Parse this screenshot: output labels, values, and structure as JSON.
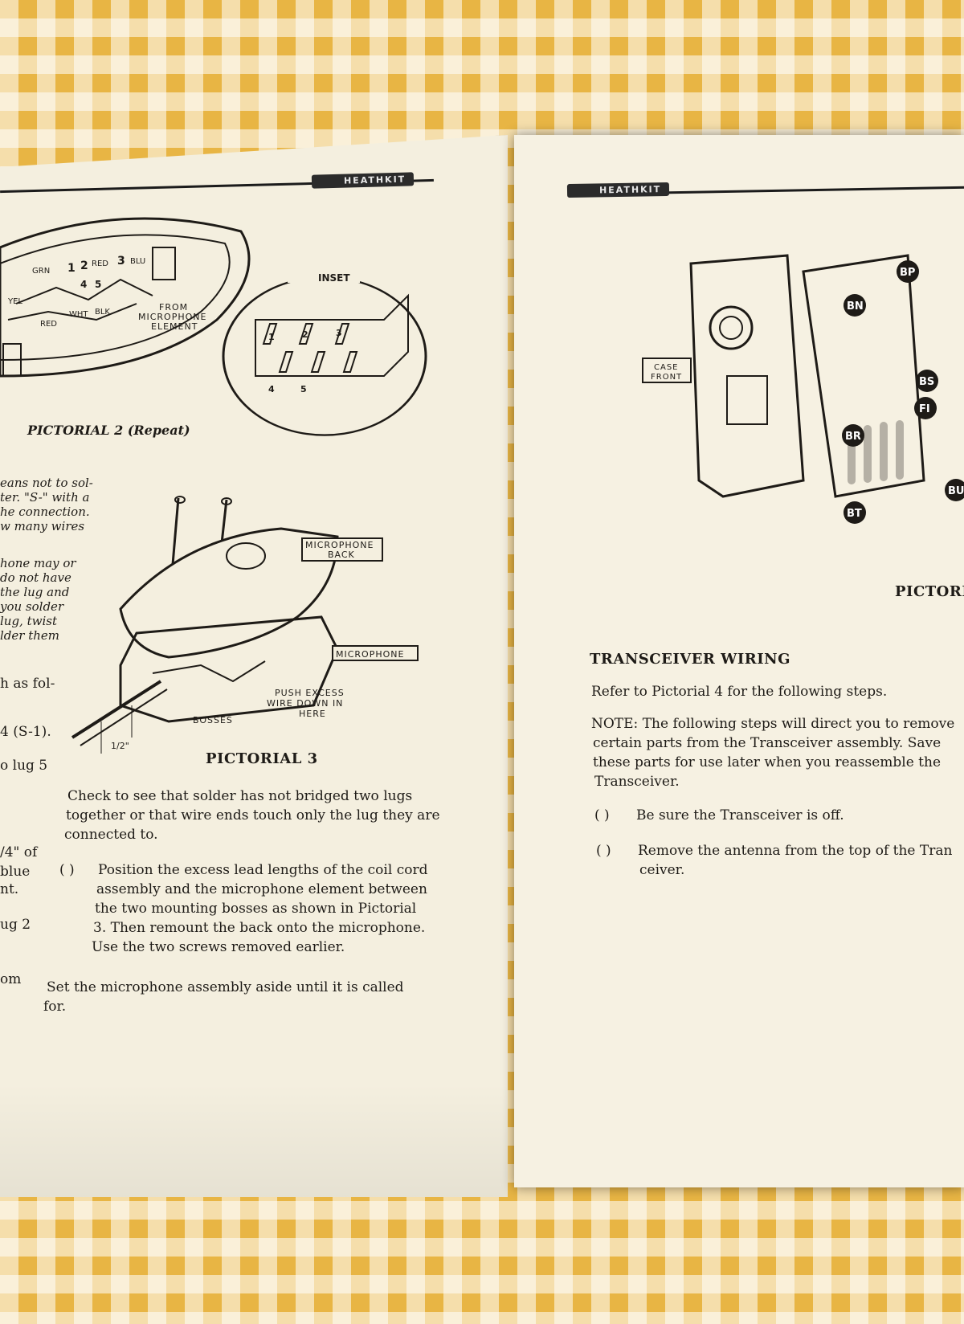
{
  "brand": "HEATHKIT",
  "left_page": {
    "pictorial2": {
      "caption": "PICTORIAL 2 (Repeat)",
      "inset_label": "INSET",
      "lug_numbers": [
        "1",
        "2",
        "3",
        "4",
        "5"
      ],
      "wire_labels": [
        "GRN",
        "1",
        "2",
        "RED",
        "3",
        "BLU",
        "YEL",
        "4",
        "5",
        "RED",
        "WHT",
        "BLK"
      ],
      "from_label": [
        "FROM",
        "MICROPHONE",
        "ELEMENT"
      ]
    },
    "pictorial3": {
      "caption": "PICTORIAL 3",
      "microphone_back": [
        "MICROPHONE",
        "BACK"
      ],
      "microphone": "MICROPHONE",
      "push_excess": [
        "PUSH EXCESS",
        "WIRE DOWN IN",
        "HERE"
      ],
      "bosses": "BOSSES",
      "dimension": "1/2\""
    },
    "margin_fragments": [
      "eans not to sol-",
      "ter. \"S-\" with a",
      "he connection.",
      "w many wires",
      "hone may or",
      "do not have",
      "the lug and",
      "you solder",
      "lug, twist",
      "lder them",
      "h as fol-",
      "4 (S-1).",
      "o lug 5",
      "/4\" of",
      "blue",
      "nt.",
      "ug 2",
      "om"
    ],
    "check_text": [
      "Check to see that solder has not bridged two lugs",
      "together or that wire ends touch only the lug they are",
      "connected to."
    ],
    "step_marker": "( )",
    "position_step": [
      "Position the excess lead lengths of the coil cord",
      "assembly and the microphone element between",
      "the two mounting bosses as shown in Pictorial",
      "3. Then remount the back onto the microphone.",
      "Use the two screws removed earlier."
    ],
    "set_aside": [
      "Set the microphone assembly aside until it is called",
      "for."
    ]
  },
  "right_page": {
    "case_front": [
      "CASE",
      "FRONT"
    ],
    "part_labels": [
      "BP",
      "BN",
      "BS",
      "FI",
      "BR",
      "BT",
      "BU"
    ],
    "pictorial_fragment": "PICTORI",
    "section_heading": "TRANSCEIVER WIRING",
    "refer_text": "Refer to Pictorial 4 for the following steps.",
    "note_lines": [
      "NOTE: The following steps will direct you to remove",
      "certain parts from the Transceiver assembly. Save",
      "these parts for use later when you reassemble the",
      "Transceiver."
    ],
    "step_marker": "(  )",
    "step1": "Be sure the Transceiver is off.",
    "step2": [
      "Remove the antenna from the top of the Tran",
      "ceiver."
    ]
  }
}
